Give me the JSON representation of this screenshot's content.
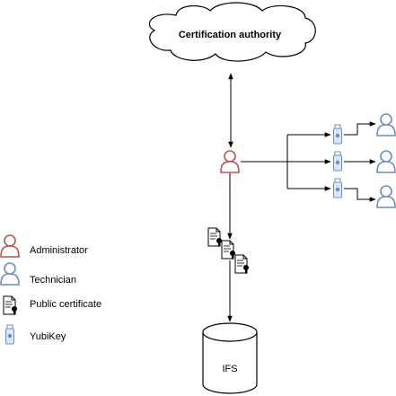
{
  "nodes": {
    "ca": {
      "label": "Certification authority"
    },
    "storage": {
      "label": "IFS"
    }
  },
  "legend": [
    {
      "key": "administrator",
      "label": "Administrator",
      "icon": "administrator-icon"
    },
    {
      "key": "technician",
      "label": "Technician",
      "icon": "technician-icon"
    },
    {
      "key": "certificate",
      "label": "Public certificate",
      "icon": "certificate-icon"
    },
    {
      "key": "yubikey",
      "label": "YubiKey",
      "icon": "yubikey-icon"
    }
  ],
  "colors": {
    "administrator": "#b85450",
    "technician": "#6c8ebf",
    "line": "#000000",
    "cloud_fill": "#ffffff"
  }
}
